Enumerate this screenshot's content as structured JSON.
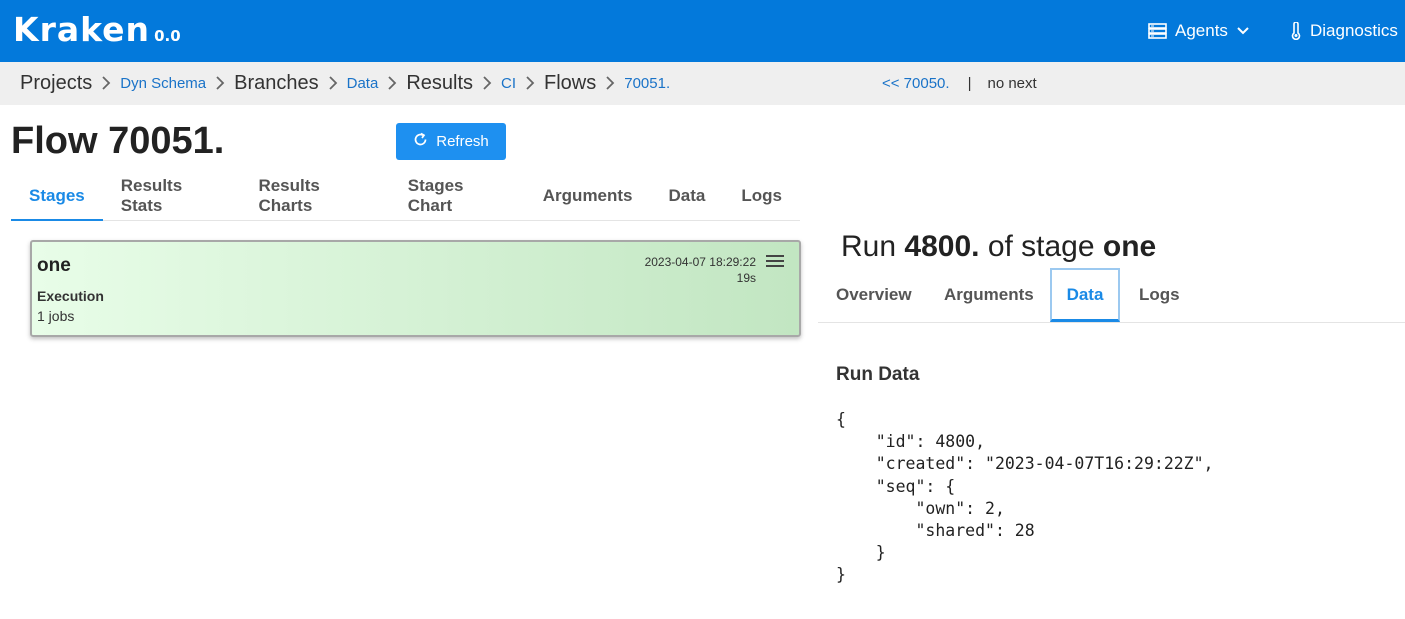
{
  "app": {
    "logo": "Kraken",
    "version": "0.0"
  },
  "topnav": {
    "agents": "Agents",
    "diagnostics": "Diagnostics"
  },
  "breadcrumb": {
    "projects": "Projects",
    "project": "Dyn Schema",
    "branches": "Branches",
    "branch": "Data",
    "results": "Results",
    "kind": "CI",
    "flows": "Flows",
    "flow": "70051."
  },
  "pager": {
    "prev": "<< 70050.",
    "separator": "|",
    "next": "no next"
  },
  "page": {
    "title": "Flow 70051.",
    "refresh_label": "Refresh"
  },
  "tabs": [
    "Stages",
    "Results Stats",
    "Results Charts",
    "Stages Chart",
    "Arguments",
    "Data",
    "Logs"
  ],
  "stage": {
    "name": "one",
    "section": "Execution",
    "jobs": "1 jobs",
    "created": "2023-04-07 18:29:22",
    "duration": "19s"
  },
  "run": {
    "prefix": "Run",
    "number": "4800.",
    "middle": "of stage",
    "stage": "one",
    "tabs": [
      "Overview",
      "Arguments",
      "Data",
      "Logs"
    ],
    "data_title": "Run Data",
    "json_lines": [
      "{",
      "    \"id\": 4800,",
      "    \"created\": \"2023-04-07T16:29:22Z\",",
      "    \"seq\": {",
      "        \"own\": 2,",
      "        \"shared\": 28",
      "    }",
      "}"
    ]
  },
  "colors": {
    "brand": "#0379db",
    "accent": "#1a8ae6",
    "stage_bg": "#c2e6c2"
  }
}
